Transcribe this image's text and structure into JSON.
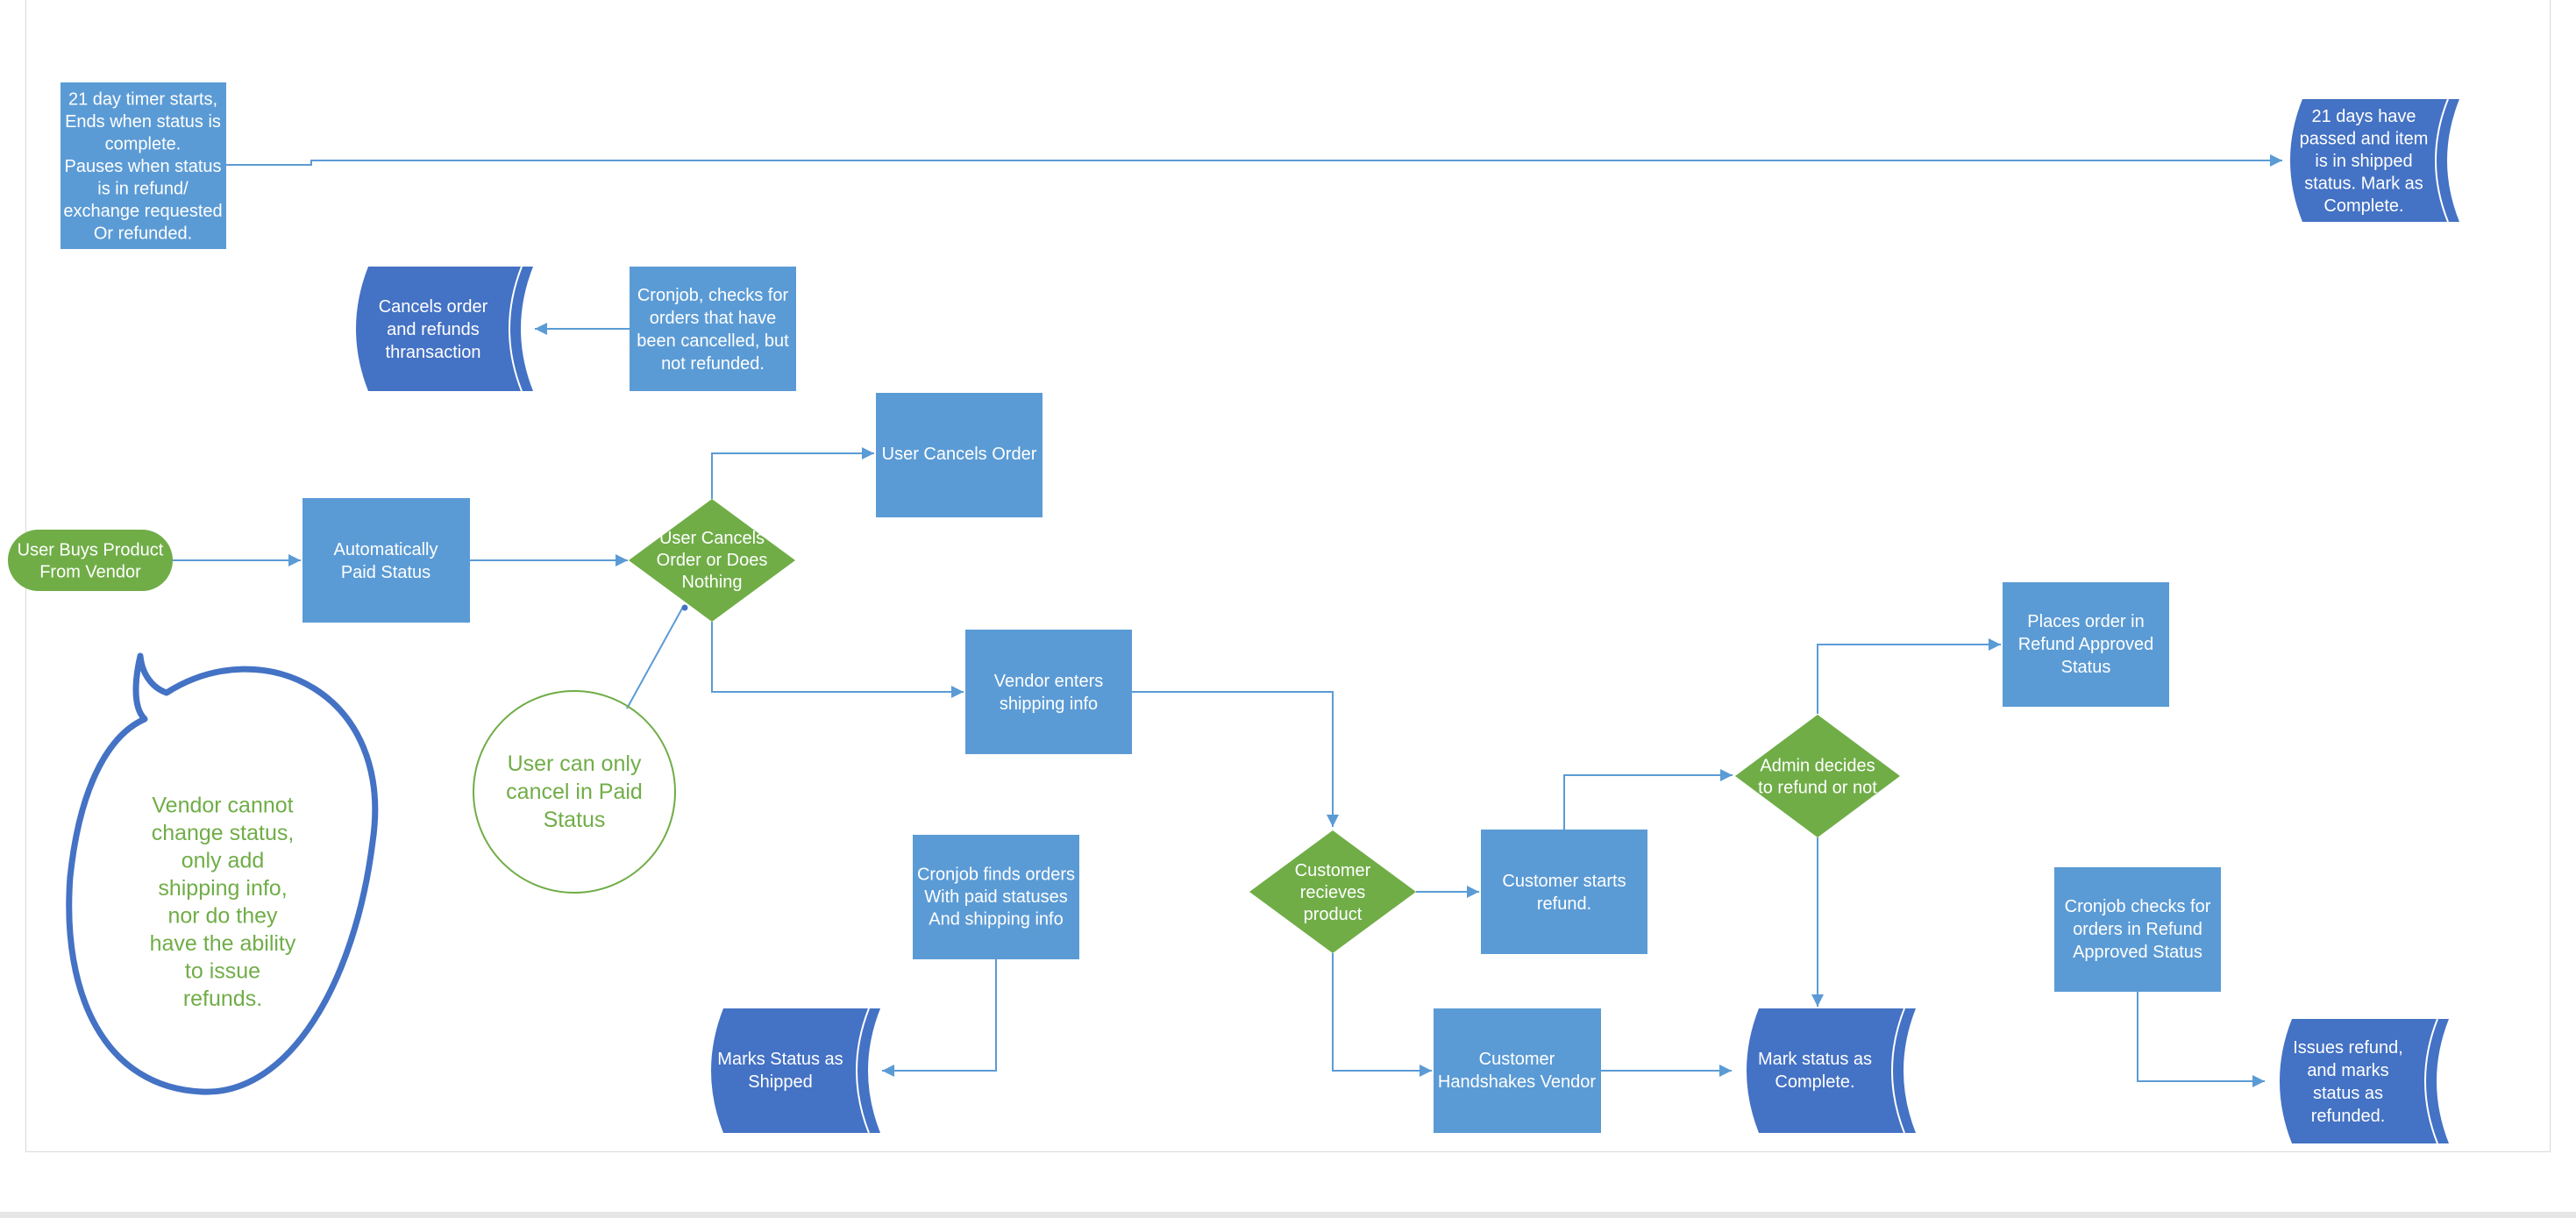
{
  "colors": {
    "process": "#5b9bd5",
    "storage": "#4472c4",
    "decision": "#70ad47",
    "connector": "#5b9bd5",
    "note_text": "#70ad47",
    "callout_border": "#4472c4",
    "white": "#ffffff"
  },
  "nodes": {
    "timer_note": [
      "21 day timer starts,",
      "Ends when status is",
      "complete.",
      "Pauses when status",
      "is in refund/",
      "exchange requested",
      "Or refunded."
    ],
    "mark_complete_21": [
      "21 days have",
      "passed and item",
      "is in shipped",
      "status.  Mark as",
      "Complete."
    ],
    "cancels_refunds": [
      "Cancels order",
      "and refunds",
      "thransaction"
    ],
    "cron_cancelled": [
      "Cronjob, checks for",
      "orders that have",
      "been cancelled, but",
      "not refunded."
    ],
    "user_cancels_order": [
      "User Cancels Order"
    ],
    "user_buys": [
      "User Buys Product",
      "From Vendor"
    ],
    "auto_paid": [
      "Automatically",
      "Paid Status"
    ],
    "decision_cancel": [
      "User Cancels",
      "Order or Does",
      "Nothing"
    ],
    "vendor_shipping": [
      "Vendor enters",
      "shipping info"
    ],
    "places_refund_approved": [
      "Places order in",
      "Refund Approved",
      "Status"
    ],
    "admin_decides": [
      "Admin decides",
      "to refund or not"
    ],
    "customer_receives": [
      "Customer",
      "recieves",
      "product"
    ],
    "customer_starts_refund": [
      "Customer starts",
      "refund."
    ],
    "cron_paid_shipping": [
      "Cronjob finds orders",
      "With paid statuses",
      "And shipping info"
    ],
    "marks_shipped": [
      "Marks Status as",
      "Shipped"
    ],
    "customer_handshakes": [
      "Customer",
      "Handshakes Vendor"
    ],
    "mark_complete": [
      "Mark status as",
      "Complete."
    ],
    "cron_refund_approved": [
      "Cronjob checks for",
      "orders in Refund",
      "Approved Status"
    ],
    "issues_refund": [
      "Issues refund,",
      "and marks",
      "status as",
      "refunded."
    ]
  },
  "annotations": {
    "paid_status_note": [
      "User can only",
      "cancel in Paid",
      "Status"
    ],
    "vendor_callout": [
      "Vendor cannot",
      "change status,",
      "only add",
      "shipping info,",
      "nor do they",
      "have the ability",
      "to issue",
      "refunds."
    ]
  }
}
